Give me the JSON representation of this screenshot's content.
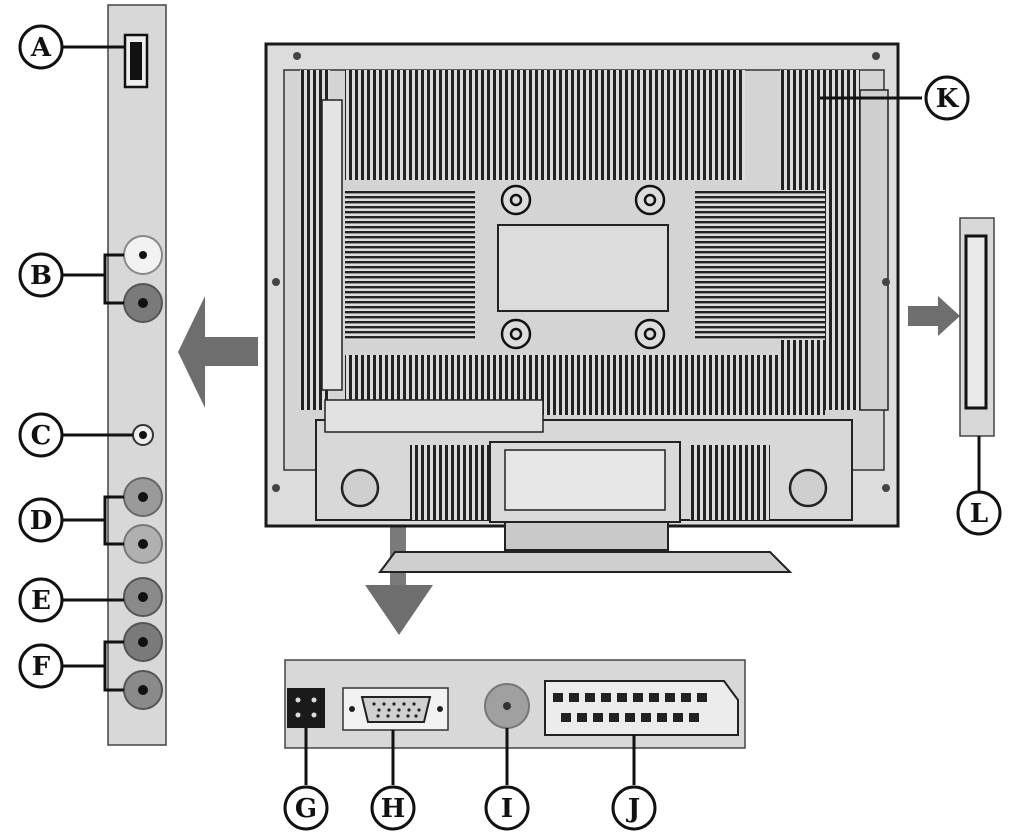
{
  "diagram": {
    "callouts": {
      "A": "A",
      "B": "B",
      "C": "C",
      "D": "D",
      "E": "E",
      "F": "F",
      "G": "G",
      "H": "H",
      "I": "I",
      "J": "J",
      "K": "K",
      "L": "L"
    }
  },
  "colors": {
    "panel": "#d8d8d8",
    "tv_body": "#dadada",
    "outline": "#1a1a1a",
    "arrow": "#6e6e6e",
    "jack_dark": "#7a7a7a",
    "jack_light": "#e8e8e8"
  }
}
